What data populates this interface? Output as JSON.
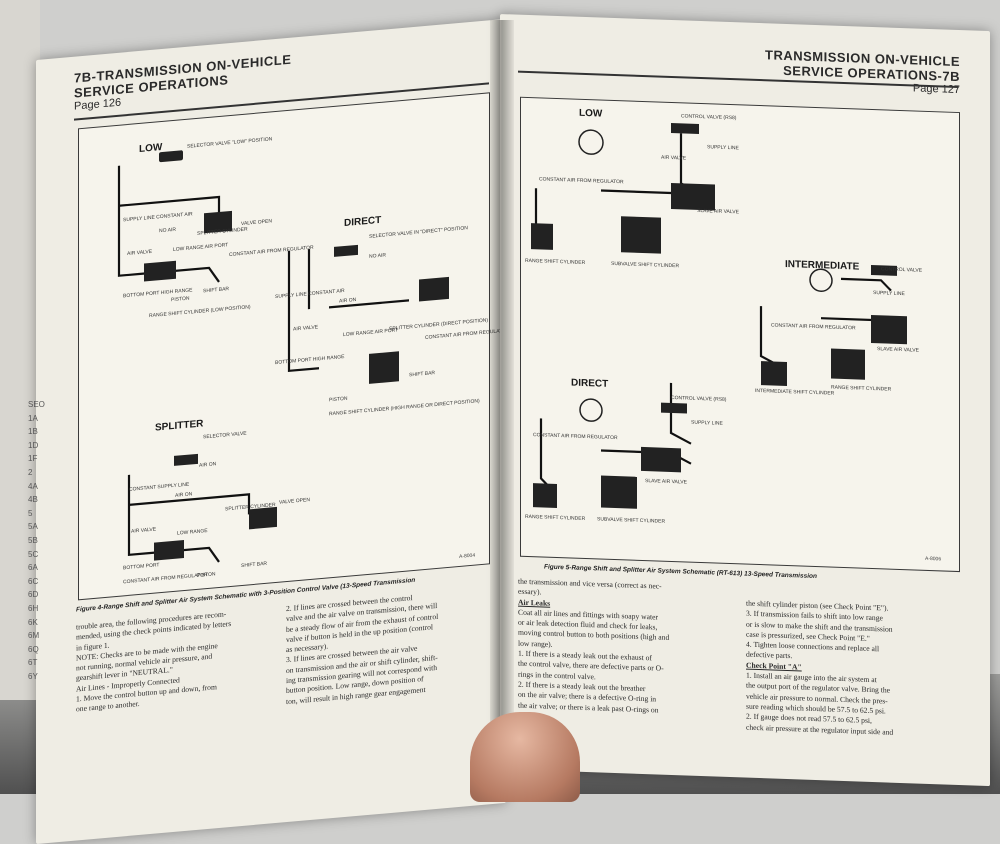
{
  "tabs": [
    "SEO",
    "1A",
    "1B",
    "1D",
    "1F",
    "2",
    "4A",
    "4B",
    "5",
    "5A",
    "5B",
    "5C",
    "6A",
    "6C",
    "6D",
    "6H",
    "6K",
    "6M",
    "6Q",
    "6T",
    "6Y"
  ],
  "left_page": {
    "header_line1": "7B-TRANSMISSION ON-VEHICLE",
    "header_line2": "SERVICE OPERATIONS",
    "page_number": "Page 126",
    "diagram_titles": {
      "low": "LOW",
      "direct": "DIRECT",
      "splitter": "SPLITTER"
    },
    "diagram_labels": {
      "low": [
        "SELECTOR VALVE \"LOW\" POSITION",
        "SUPPLY LINE CONSTANT AIR",
        "NO AIR",
        "SPLITTER CYLINDER",
        "VALVE OPEN",
        "AIR VALVE",
        "LOW RANGE AIR PORT",
        "CONSTANT AIR FROM REGULATOR",
        "BOTTOM PORT HIGH RANGE",
        "PISTON",
        "SHIFT BAR",
        "RANGE SHIFT CYLINDER (LOW POSITION)"
      ],
      "direct": [
        "SELECTOR VALVE IN \"DIRECT\" POSITION",
        "NO AIR",
        "SUPPLY LINE CONSTANT AIR",
        "AIR ON",
        "AIR VALVE",
        "LOW RANGE AIR PORT",
        "SPLITTER CYLINDER (DIRECT POSITION)",
        "CONSTANT AIR FROM REGULATOR",
        "BOTTOM PORT HIGH RANGE",
        "PISTON",
        "SHIFT BAR",
        "RANGE SHIFT CYLINDER (HIGH RANGE OR DIRECT POSITION)"
      ],
      "splitter": [
        "SELECTOR VALVE",
        "AIR ON",
        "CONSTANT SUPPLY LINE",
        "AIR ON",
        "SPLITTER CYLINDER",
        "VALVE OPEN",
        "AIR VALVE",
        "BOTTOM PORT",
        "LOW RANGE",
        "CONSTANT AIR FROM REGULATOR",
        "PISTON",
        "SHIFT BAR"
      ]
    },
    "figure_ref": "A-8004",
    "caption": "Figure 4-Range Shift and Splitter Air System Schematic with 3-Position Control Valve (13-Speed Transmission",
    "col1": [
      "trouble area, the following procedures are recom-",
      "mended, using the check points indicated by letters",
      "in figure 1.",
      "   NOTE: Checks are to be made with the engine",
      "not running, normal vehicle air pressure, and",
      "gearshift lever in \"NEUTRAL.\"",
      "",
      "Air Lines - Improperly Connected",
      "   1. Move the control button up and down, from",
      "one range to another."
    ],
    "col2": [
      "   2. If lines are crossed between the control",
      "valve and the air valve on transmission, there will",
      "be a steady flow of air from the exhaust of control",
      "valve if button is held in the up position (control",
      "as necessary).",
      "   3. If lines are crossed between the air valve",
      "on transmission and the air or shift cylinder, shift-",
      "ing transmission gearing will not correspond with",
      "button position. Low range, down position of",
      "ton, will result in high range gear engagement"
    ]
  },
  "right_page": {
    "header_line1": "TRANSMISSION ON-VEHICLE",
    "header_line2": "SERVICE OPERATIONS-7B",
    "page_number": "Page 127",
    "diagram_titles": {
      "low": "LOW",
      "intermediate": "INTERMEDIATE",
      "direct": "DIRECT"
    },
    "diagram_labels": {
      "low": [
        "CONTROL VALVE (RS8)",
        "AIR VALVE",
        "SUPPLY LINE",
        "CONSTANT AIR FROM REGULATOR",
        "SLAVE AIR VALVE",
        "RANGE SHIFT CYLINDER",
        "SUBVALVE SHIFT CYLINDER"
      ],
      "intermediate": [
        "CONTROL VALVE",
        "SUPPLY LINE",
        "SLAVE AIR VALVE",
        "CONSTANT AIR FROM REGULATOR",
        "INTERMEDIATE SHIFT CYLINDER",
        "RANGE SHIFT CYLINDER"
      ],
      "direct": [
        "CONTROL VALVE (RS8)",
        "SUPPLY LINE",
        "CONSTANT AIR FROM REGULATOR",
        "SLAVE AIR VALVE",
        "RANGE SHIFT CYLINDER",
        "SUBVALVE SHIFT CYLINDER"
      ]
    },
    "figure_ref": "A-8006",
    "caption": "Figure 5-Range Shift and Splitter Air System Schematic (RT-613) 13-Speed Transmission",
    "col1": [
      "the transmission and vice versa (correct as nec-",
      "essary).",
      "",
      "Air Leaks",
      "   Coat all air lines and fittings with soapy water",
      "or air leak detection fluid and check for leaks,",
      "moving control button to both positions (high and",
      "low range).",
      "   1. If there is a steady leak out the exhaust of",
      "the control valve, there are defective parts or O-",
      "rings in the control valve.",
      "   2. If there is a steady leak out the breather",
      "on the air valve; there is a defective O-ring in",
      "the air valve; or there is a leak past O-rings on"
    ],
    "col2": [
      "the shift cylinder piston (see Check Point \"E\").",
      "   3. If transmission fails to shift into low range",
      "or is slow to make the shift and the transmission",
      "case is pressurized, see Check Point \"E.\"",
      "   4. Tighten loose connections and replace all",
      "defective parts.",
      "",
      "Check Point \"A\"",
      "   1. Install an air gauge into the air system at",
      "the output port of the regulator valve. Bring the",
      "vehicle air pressure to normal. Check the pres-",
      "sure reading which should be 57.5 to 62.5 psi.",
      "   2. If gauge does not read 57.5 to 62.5 psi,",
      "check air pressure at the regulator input side and"
    ]
  },
  "colors": {
    "paper": "#efede4",
    "ink": "#2a2a2a",
    "background": "#cfcfcd"
  }
}
